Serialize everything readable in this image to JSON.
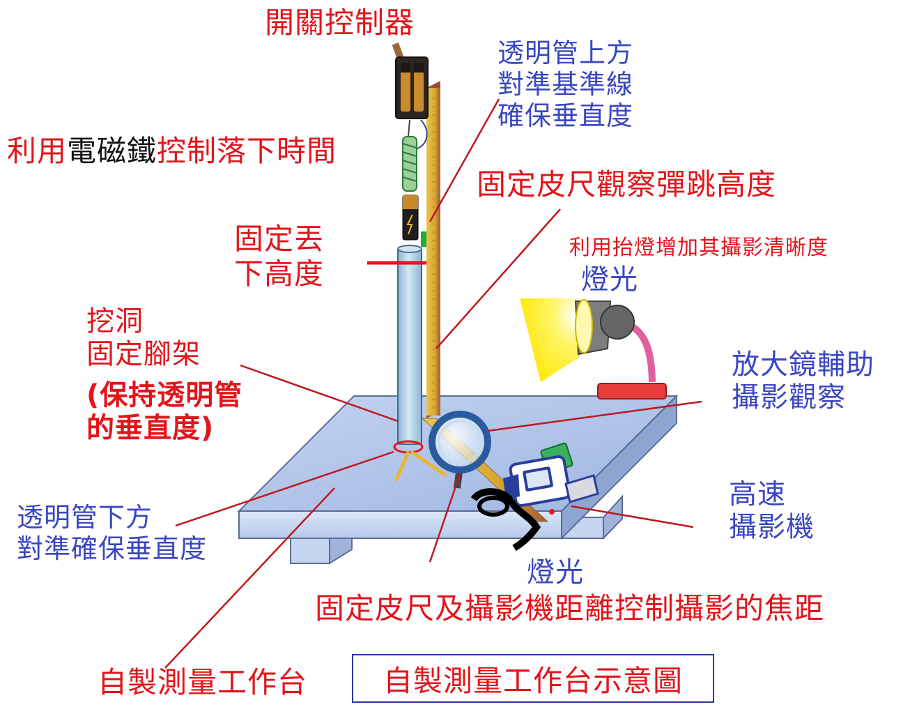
{
  "labels": {
    "switch_controller": "開關控制器",
    "tube_top_align": "透明管上方\n對準基準線\n確保垂直度",
    "electromagnet_prefix": "利用",
    "electromagnet_mid": "電磁鐵",
    "electromagnet_suffix": "控制落下時間",
    "ruler_bounce": "固定皮尺觀察彈跳高度",
    "fixed_drop_height": "固定丟\n下高度",
    "lamp_clarity": "利用抬燈增加其攝影清晰度",
    "light_top": "燈光",
    "dig_hole": "挖洞\n固定腳架",
    "keep_vertical": "(保持透明管\n的垂直度)",
    "magnifier": "放大鏡輔助\n攝影觀察",
    "tube_bottom_align": "透明管下方\n對準確保垂直度",
    "high_speed_camera": "高速\n攝影機",
    "light_bottom": "燈光",
    "focal_distance": "固定皮尺及攝影機距離控制攝影的焦距",
    "workbench": "自製測量工作台",
    "caption": "自製測量工作台示意圖"
  },
  "colors": {
    "label_red": "#e3141b",
    "label_blue": "#3a47c2",
    "leader_line": "#c0161c",
    "table_top": "#a9bfe8",
    "tube": "#b9d6ea",
    "ruler": "#d9b23c",
    "lamp_light": "#fff04a"
  },
  "icons": [
    "battery-box-icon",
    "spring-icon",
    "battery-icon",
    "magnifier-icon",
    "camera-icon",
    "desk-lamp-icon",
    "tripod-icon"
  ]
}
